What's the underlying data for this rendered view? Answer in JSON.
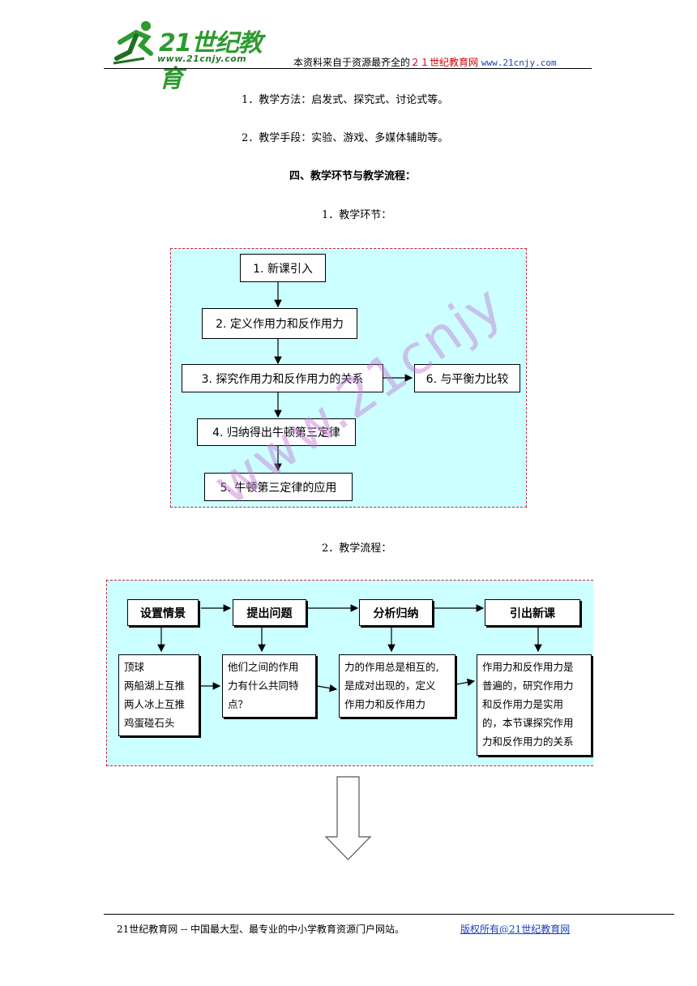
{
  "header": {
    "logo_text": "21世纪教育",
    "logo_url": "www.21cnjy.com",
    "note_prefix": "本资料来自于资源最齐全的",
    "note_site": "２１世纪教育网",
    "note_url": "www.21cnjy.com"
  },
  "body": {
    "method": "1．教学方法：启发式、探究式、讨论式等。",
    "means": "2．教学手段：实验、游戏、多媒体辅助等。",
    "section4_title": "四、教学环节与教学流程：",
    "sub1": "1．教学环节：",
    "sub2": "2．教学流程："
  },
  "steps_diagram": {
    "step1": "1. 新课引入",
    "step2": "2. 定义作用力和反作用力",
    "step3": "3. 探究作用力和反作用力的关系",
    "step4": "4. 归纳得出牛顿第三定律",
    "step5": "5. 牛顿第三定律的应用",
    "step6": "6. 与平衡力比较"
  },
  "flow_diagram": {
    "headers": [
      "设置情景",
      "提出问题",
      "分析归纳",
      "引出新课"
    ],
    "box1": [
      "顶球",
      "两船湖上互推",
      "两人冰上互推",
      "鸡蛋碰石头"
    ],
    "box2": [
      "他们之间的作用",
      "力有什么共同特",
      "点？"
    ],
    "box3": [
      "力的作用总是相互的,",
      "是成对出现的，定义",
      "作用力和反作用力"
    ],
    "box4": [
      "作用力和反作用力是",
      "普遍的，研究作用力",
      "和反作用力是实用",
      "的，本节课探究作用",
      "力和反作用力的关系"
    ]
  },
  "watermark": "www.21cnjy",
  "footer": {
    "left": "21世纪教育网 -- 中国最大型、最专业的中小学教育资源门户网站。",
    "right": "版权所有@21世纪教育网"
  }
}
